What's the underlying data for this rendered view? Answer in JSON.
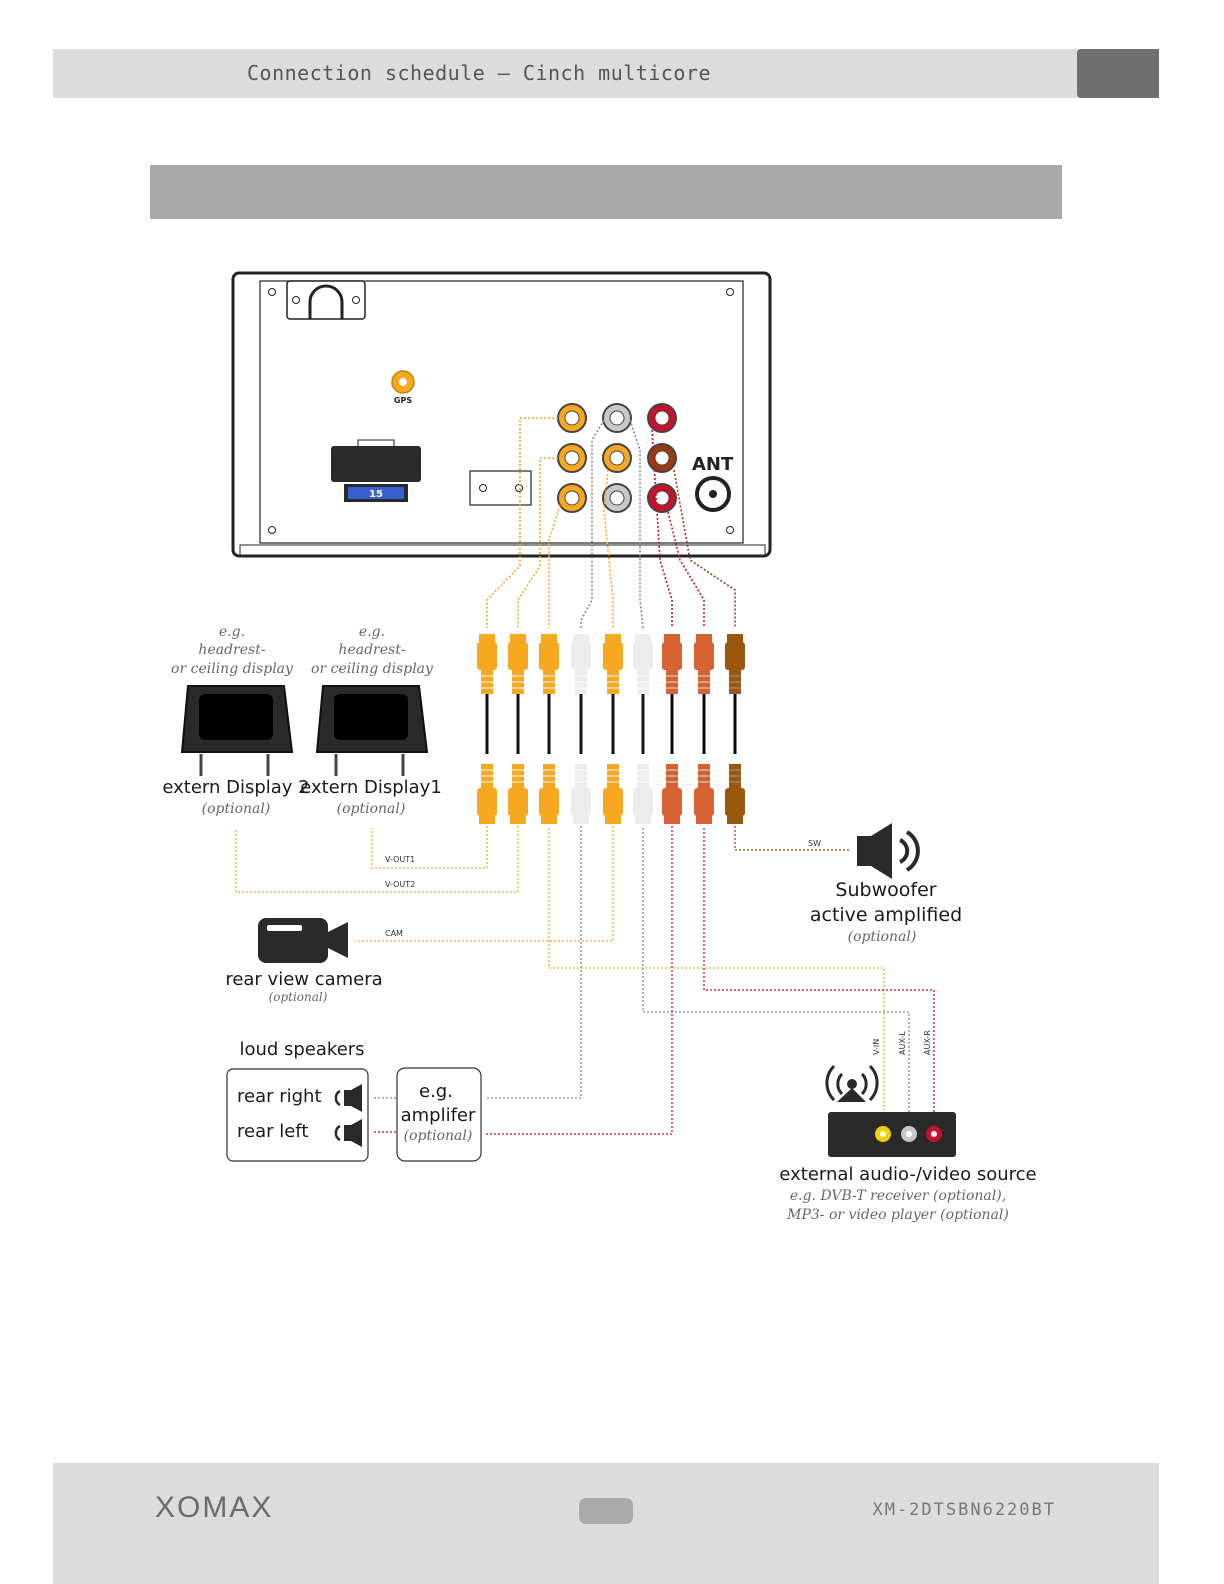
{
  "header": {
    "title": "Connection schedule – Cinch multicore"
  },
  "device": {
    "gps_label": "GPS",
    "fuse_label": "15",
    "ant_label": "ANT"
  },
  "displays": [
    {
      "eg": "e.g.",
      "type_line1": "headrest-",
      "type_line2": "or ceiling display",
      "name": "extern Display 2",
      "optional": "(optional)"
    },
    {
      "eg": "e.g.",
      "type_line1": "headrest-",
      "type_line2": "or ceiling display",
      "name": "extern Display1",
      "optional": "(optional)"
    }
  ],
  "line_labels": {
    "vout1": "V-OUT1",
    "vout2": "V-OUT2",
    "cam": "CAM",
    "sw": "SW",
    "vin": "V-IN",
    "auxl": "AUX-L",
    "auxr": "AUX-R"
  },
  "subwoofer": {
    "line1": "Subwoofer",
    "line2": "active amplified",
    "optional": "(optional)"
  },
  "camera": {
    "name": "rear view camera",
    "optional": "(optional)"
  },
  "speakers": {
    "title": "loud speakers",
    "rear_right": "rear right",
    "rear_left": "rear left"
  },
  "amplifier": {
    "eg": "e.g.",
    "name": "amplifer",
    "optional": "(optional)"
  },
  "source": {
    "name": "external audio-/video source",
    "line1": "e.g. DVB-T receiver (optional),",
    "line2": "MP3- or video player (optional)"
  },
  "footer": {
    "logo": "XOMAX",
    "model": "XM-2DTSBN6220BT"
  },
  "colors": {
    "yellow": "#f6a821",
    "white": "#c8c8c8",
    "red": "#c8102e",
    "brown": "#9a3b12",
    "dark": "#2a2a2a"
  }
}
